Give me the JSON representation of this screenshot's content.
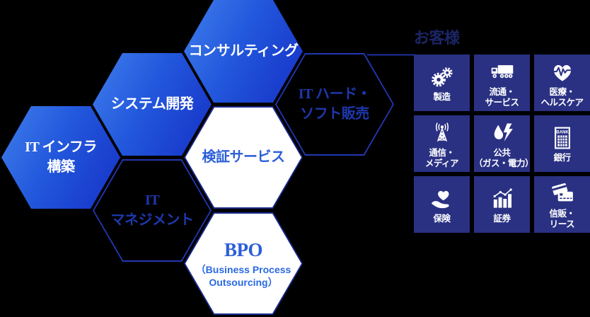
{
  "diagram_title": "",
  "hexagons": [
    {
      "id": "hexagon-consulting",
      "style": "filled",
      "label_lines": [
        "コンサルティング"
      ]
    },
    {
      "id": "hexagon-system-development",
      "style": "filled",
      "label_lines": [
        "システム開発"
      ]
    },
    {
      "id": "hexagon-it-infrastructure",
      "style": "filled",
      "label_lines": [
        "IT インフラ",
        "構築"
      ]
    },
    {
      "id": "hexagon-it-hardware-software-sales",
      "style": "outline",
      "label_lines": [
        "IT ハード・",
        "ソフト販売"
      ]
    },
    {
      "id": "hexagon-verification-service",
      "style": "white",
      "label_lines": [
        "検証サービス"
      ]
    },
    {
      "id": "hexagon-it-management",
      "style": "outline",
      "label_lines": [
        "IT",
        "マネジメント"
      ]
    },
    {
      "id": "hexagon-bpo",
      "style": "white",
      "label_lines": [
        "BPO"
      ],
      "sub_lines": [
        "（Business Process",
        "Outsourcing）"
      ]
    }
  ],
  "customers": {
    "heading": "お客様",
    "tiles": [
      {
        "id": "tile-manufacturing",
        "icon": "gears-icon",
        "label_lines": [
          "製造"
        ]
      },
      {
        "id": "tile-distribution-services",
        "icon": "truck-icon",
        "label_lines": [
          "流通・",
          "サービス"
        ]
      },
      {
        "id": "tile-medical-healthcare",
        "icon": "heart-pulse-icon",
        "label_lines": [
          "医療・",
          "ヘルスケア"
        ]
      },
      {
        "id": "tile-telecom-media",
        "icon": "broadcast-antenna-icon",
        "label_lines": [
          "通信・",
          "メディア"
        ]
      },
      {
        "id": "tile-public-utilities",
        "icon": "flame-lightning-icon",
        "label_lines": [
          "公共",
          "（ガス・電力）"
        ]
      },
      {
        "id": "tile-bank",
        "icon": "bank-icon",
        "icon_text": "BANK",
        "label_lines": [
          "銀行"
        ]
      },
      {
        "id": "tile-insurance",
        "icon": "hand-heart-icon",
        "label_lines": [
          "保険"
        ]
      },
      {
        "id": "tile-securities",
        "icon": "bar-chart-icon",
        "label_lines": [
          "証券"
        ]
      },
      {
        "id": "tile-credit-lease",
        "icon": "credit-cards-icon",
        "label_lines": [
          "信販・",
          "リース"
        ]
      }
    ]
  },
  "colors": {
    "background": "#000000",
    "hex_gradient_start": "#3f7eec",
    "hex_gradient_mid": "#2257dc",
    "hex_gradient_end": "#1531c6",
    "white_hex_border": "#1b2b8e",
    "white_hex_text": "#2b5ed8",
    "outline_border": "#2237b5",
    "outline_text": "#1e38ae",
    "heading": "#1c2566",
    "tile_bg": "#2a3183",
    "tile_text": "#ffffff",
    "connector": "#1c2fa2",
    "bpo_sub_text": "#2a69e2"
  }
}
